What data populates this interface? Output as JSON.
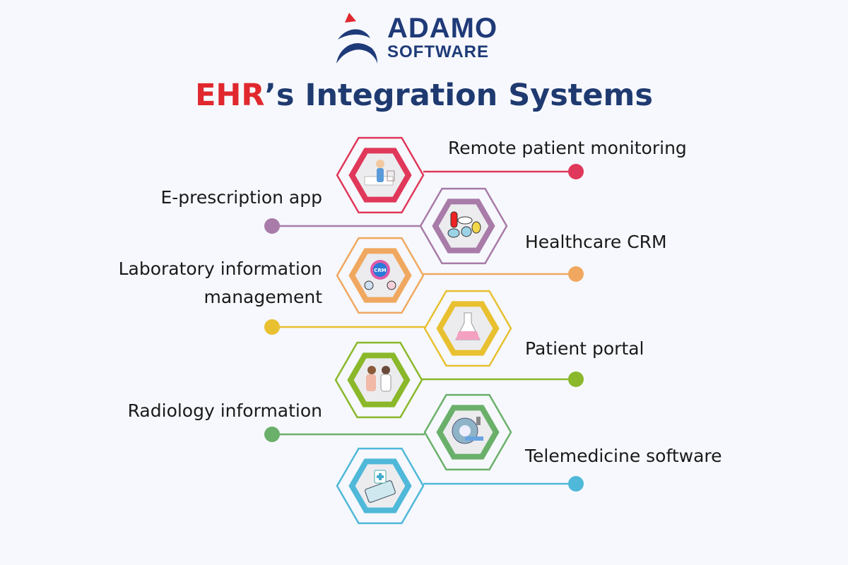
{
  "logo": {
    "line1": "ADAMO",
    "line2": "SOFTWARE"
  },
  "title": {
    "highlight": "EHR",
    "rest": "’s Integration Systems"
  },
  "colors": {
    "brand_blue": "#1f3a78",
    "brand_red": "#e0282e"
  },
  "items": [
    {
      "label": "Remote patient monitoring",
      "color": "#e0385a",
      "icon": "patient-bed-icon"
    },
    {
      "label": "E-prescription app",
      "color": "#a87ba8",
      "icon": "pills-icon"
    },
    {
      "label": "Healthcare CRM",
      "color": "#f0a860",
      "icon": "crm-gear-icon"
    },
    {
      "label": "Laboratory information management",
      "color": "#e8c030",
      "icon": "flask-icon"
    },
    {
      "label": "Patient portal",
      "color": "#8ab82a",
      "icon": "doctor-patient-icon"
    },
    {
      "label": "Radiology information",
      "color": "#6ab06a",
      "icon": "mri-scanner-icon"
    },
    {
      "label": "Telemedicine software",
      "color": "#50b8d8",
      "icon": "tablet-medical-icon"
    }
  ],
  "crm_badge": "CRM"
}
